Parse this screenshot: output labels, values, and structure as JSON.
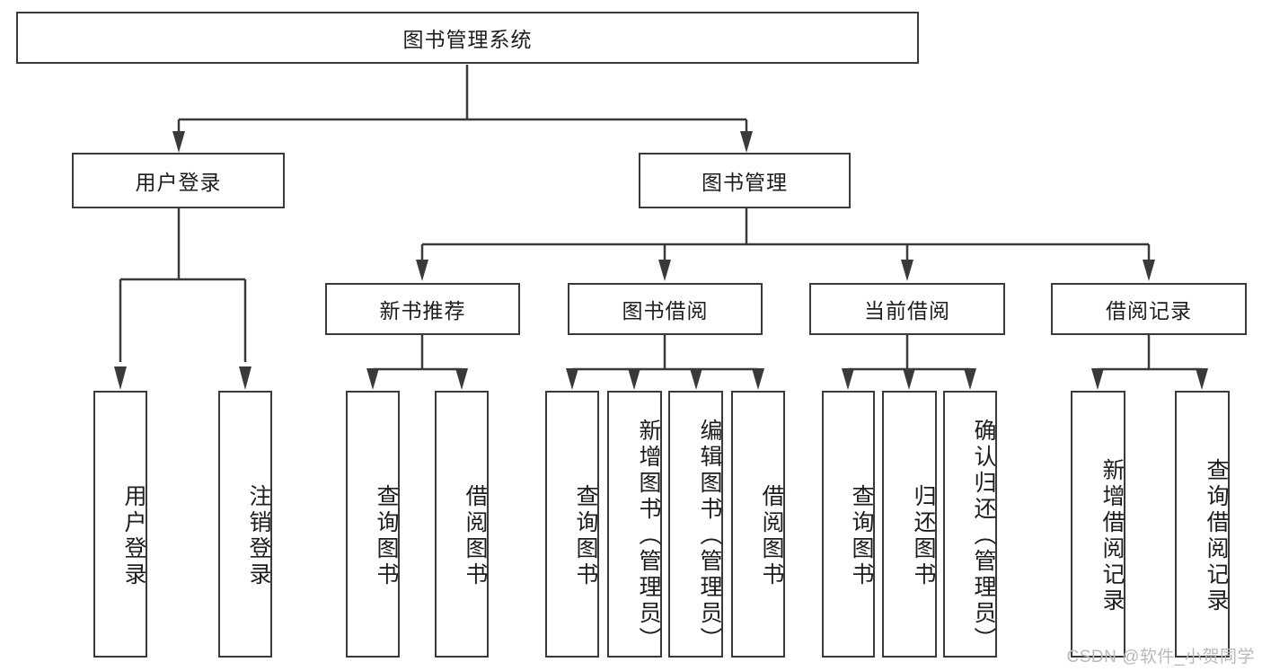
{
  "diagram": {
    "type": "tree-hierarchy",
    "title": "图书管理系统",
    "root": {
      "id": "root",
      "label": "图书管理系统",
      "orientation": "horizontal"
    },
    "level2": [
      {
        "id": "user-login",
        "label": "用户登录",
        "orientation": "horizontal"
      },
      {
        "id": "book-manage",
        "label": "图书管理",
        "orientation": "horizontal"
      }
    ],
    "level3": [
      {
        "id": "new-book-rec",
        "label": "新书推荐",
        "orientation": "horizontal",
        "parent": "book-manage"
      },
      {
        "id": "book-borrow",
        "label": "图书借阅",
        "orientation": "horizontal",
        "parent": "book-manage"
      },
      {
        "id": "current-borrow",
        "label": "当前借阅",
        "orientation": "horizontal",
        "parent": "book-manage"
      },
      {
        "id": "borrow-record",
        "label": "借阅记录",
        "orientation": "horizontal",
        "parent": "book-manage"
      }
    ],
    "leaves": [
      {
        "id": "leaf-user-login",
        "label": "用户登录",
        "parent": "user-login"
      },
      {
        "id": "leaf-user-logout",
        "label": "注销登录",
        "parent": "user-login"
      },
      {
        "id": "leaf-query-book-1",
        "label": "查询图书",
        "parent": "new-book-rec"
      },
      {
        "id": "leaf-borrow-book-1",
        "label": "借阅图书",
        "parent": "new-book-rec"
      },
      {
        "id": "leaf-query-book-2",
        "label": "查询图书",
        "parent": "book-borrow"
      },
      {
        "id": "leaf-add-book",
        "label": "新增图书（管理员）",
        "parent": "book-borrow"
      },
      {
        "id": "leaf-edit-book",
        "label": "编辑图书（管理员）",
        "parent": "book-borrow"
      },
      {
        "id": "leaf-borrow-book-2",
        "label": "借阅图书",
        "parent": "book-borrow"
      },
      {
        "id": "leaf-query-book-3",
        "label": "查询图书",
        "parent": "current-borrow"
      },
      {
        "id": "leaf-return-book",
        "label": "归还图书",
        "parent": "current-borrow"
      },
      {
        "id": "leaf-confirm-return",
        "label": "确认归还（管理员）",
        "parent": "current-borrow"
      },
      {
        "id": "leaf-add-record",
        "label": "新增借阅记录",
        "parent": "borrow-record"
      },
      {
        "id": "leaf-query-record",
        "label": "查询借阅记录",
        "parent": "borrow-record"
      }
    ]
  },
  "watermark": {
    "text": "CSDN @软件_小贺同学"
  },
  "colors": {
    "stroke": "#3a3a3a",
    "background": "#ffffff",
    "text": "#1d1d1d",
    "watermark": "#b9b9b9"
  }
}
